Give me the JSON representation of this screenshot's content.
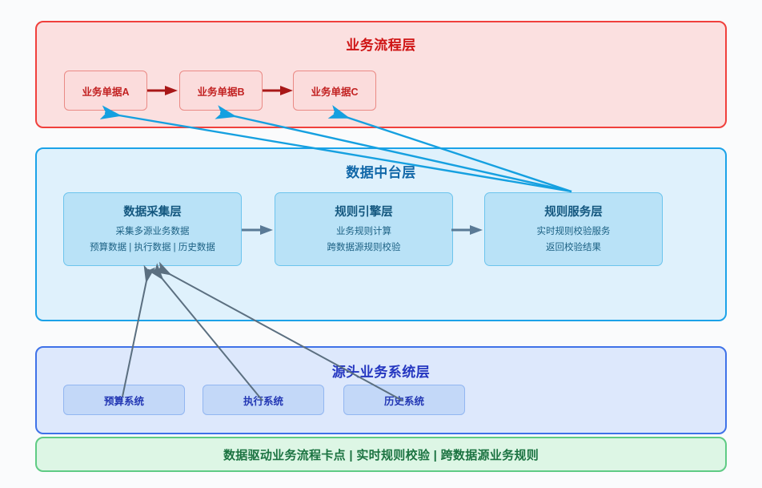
{
  "diagram": {
    "title_semantics": "data-middle-platform-driven-business-rule-architecture",
    "colors": {
      "business_layer_border": "#f0403c",
      "business_layer_fill": "#fbe0e0",
      "business_layer_text": "#cf1515",
      "midplatform_layer_border": "#1ba2e8",
      "midplatform_layer_fill": "#dff1fc",
      "midplatform_layer_text": "#1067a8",
      "source_layer_border": "#3f72e8",
      "source_layer_fill": "#dde8fc",
      "source_layer_text": "#2436c0",
      "summary_border": "#5fcb84",
      "summary_fill": "#ddf6e5",
      "summary_text": "#1b7341",
      "stage_box_fill": "#b9e2f7",
      "stage_box_border": "#6cc4ed",
      "doc_flow_arrow": "#a81818",
      "stage_flow_arrow": "#5a7a96",
      "feedback_arrow": "#15a0e0",
      "ingest_arrow": "#5b6f80",
      "canvas_background": "#fafbfc"
    }
  },
  "business_layer": {
    "title": "业务流程层",
    "nodes": [
      {
        "id": "doc-a",
        "label": "业务单据A"
      },
      {
        "id": "doc-b",
        "label": "业务单据B"
      },
      {
        "id": "doc-c",
        "label": "业务单据C"
      }
    ],
    "flow_arrows": [
      {
        "from": "业务单据A",
        "to": "业务单据B"
      },
      {
        "from": "业务单据B",
        "to": "业务单据C"
      }
    ]
  },
  "midplatform_layer": {
    "title": "数据中台层",
    "stages": [
      {
        "id": "stage-collect",
        "title": "数据采集层",
        "line1": "采集多源业务数据",
        "line2": "预算数据 | 执行数据 | 历史数据"
      },
      {
        "id": "stage-engine",
        "title": "规则引擎层",
        "line1": "业务规则计算",
        "line2": "跨数据源规则校验"
      },
      {
        "id": "stage-service",
        "title": "规则服务层",
        "line1": "实时规则校验服务",
        "line2": "返回校验结果"
      }
    ],
    "flow_arrows": [
      {
        "from": "数据采集层",
        "to": "规则引擎层"
      },
      {
        "from": "规则引擎层",
        "to": "规则服务层"
      }
    ]
  },
  "source_layer": {
    "title": "源头业务系统层",
    "systems": [
      {
        "id": "src-budget",
        "label": "预算系统"
      },
      {
        "id": "src-exec",
        "label": "执行系统"
      },
      {
        "id": "src-history",
        "label": "历史系统"
      }
    ]
  },
  "summary_bar": {
    "text": "数据驱动业务流程卡点 | 实时规则校验 | 跨数据源业务规则"
  },
  "connections": {
    "feedback": {
      "color": "#15a0e0",
      "description": "规则服务层 返回校验结果到三个业务单据",
      "edges": [
        {
          "from": "规则服务层",
          "to": "业务单据A"
        },
        {
          "from": "规则服务层",
          "to": "业务单据B"
        },
        {
          "from": "规则服务层",
          "to": "业务单据C"
        }
      ]
    },
    "ingest": {
      "color": "#5b6f80",
      "description": "源头业务系统汇入数据采集层",
      "edges": [
        {
          "from": "预算系统",
          "to": "数据采集层"
        },
        {
          "from": "执行系统",
          "to": "数据采集层"
        },
        {
          "from": "历史系统",
          "to": "数据采集层"
        }
      ]
    }
  }
}
